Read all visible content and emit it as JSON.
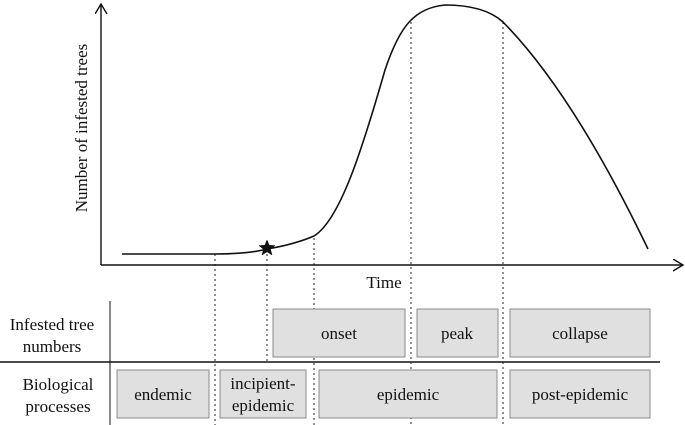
{
  "axes": {
    "x_label": "Time",
    "y_label": "Number of infested trees"
  },
  "rows": {
    "infested": {
      "label_line1": "Infested tree",
      "label_line2": "numbers",
      "phases": [
        "onset",
        "peak",
        "collapse"
      ]
    },
    "biological": {
      "label_line1": "Biological",
      "label_line2": "processes",
      "phases_line1": [
        "endemic",
        "incipient-",
        "epidemic",
        "post-epidemic"
      ],
      "phases_line2": [
        "",
        "epidemic",
        "",
        ""
      ]
    }
  },
  "marker": {
    "icon": "star-icon"
  },
  "colors": {
    "box_fill": "#e0e0e0",
    "box_stroke": "#8a8a8a",
    "line": "#111111"
  }
}
